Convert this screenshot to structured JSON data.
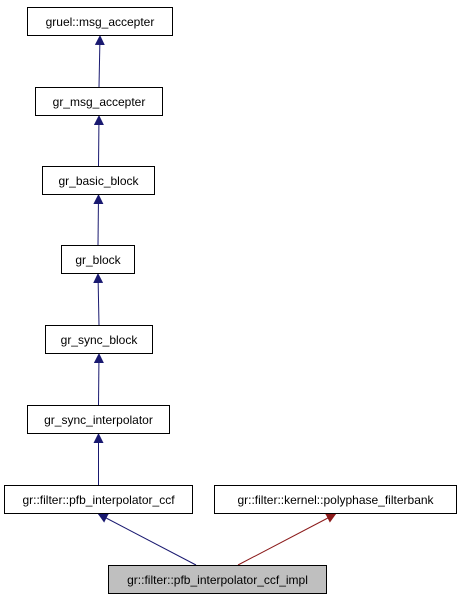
{
  "diagram": {
    "nodes": [
      {
        "id": "gruel_msg_accepter",
        "label": "gruel::msg_accepter",
        "current": false
      },
      {
        "id": "gr_msg_accepter",
        "label": "gr_msg_accepter",
        "current": false
      },
      {
        "id": "gr_basic_block",
        "label": "gr_basic_block",
        "current": false
      },
      {
        "id": "gr_block",
        "label": "gr_block",
        "current": false
      },
      {
        "id": "gr_sync_block",
        "label": "gr_sync_block",
        "current": false
      },
      {
        "id": "gr_sync_interpolator",
        "label": "gr_sync_interpolator",
        "current": false
      },
      {
        "id": "pfb_interpolator_ccf",
        "label": "gr::filter::pfb_interpolator_ccf",
        "current": false
      },
      {
        "id": "polyphase_filterbank",
        "label": "gr::filter::kernel::polyphase_filterbank",
        "current": false
      },
      {
        "id": "pfb_interpolator_ccf_impl",
        "label": "gr::filter::pfb_interpolator_ccf_impl",
        "current": true
      }
    ],
    "edges": [
      {
        "from": "gr_msg_accepter",
        "to": "gruel_msg_accepter",
        "relation": "public-inheritance",
        "color": "#191970"
      },
      {
        "from": "gr_basic_block",
        "to": "gr_msg_accepter",
        "relation": "public-inheritance",
        "color": "#191970"
      },
      {
        "from": "gr_block",
        "to": "gr_basic_block",
        "relation": "public-inheritance",
        "color": "#191970"
      },
      {
        "from": "gr_sync_block",
        "to": "gr_block",
        "relation": "public-inheritance",
        "color": "#191970"
      },
      {
        "from": "gr_sync_interpolator",
        "to": "gr_sync_block",
        "relation": "public-inheritance",
        "color": "#191970"
      },
      {
        "from": "pfb_interpolator_ccf",
        "to": "gr_sync_interpolator",
        "relation": "public-inheritance",
        "color": "#191970"
      },
      {
        "from": "pfb_interpolator_ccf_impl",
        "to": "pfb_interpolator_ccf",
        "relation": "public-inheritance",
        "color": "#191970"
      },
      {
        "from": "pfb_interpolator_ccf_impl",
        "to": "polyphase_filterbank",
        "relation": "protected-inheritance",
        "color": "#8b1a1a"
      }
    ],
    "colors": {
      "node_fill": "#ffffff",
      "current_node_fill": "#bfbfbf",
      "node_border": "#000000",
      "public_edge": "#191970",
      "protected_edge": "#8b1a1a"
    }
  }
}
